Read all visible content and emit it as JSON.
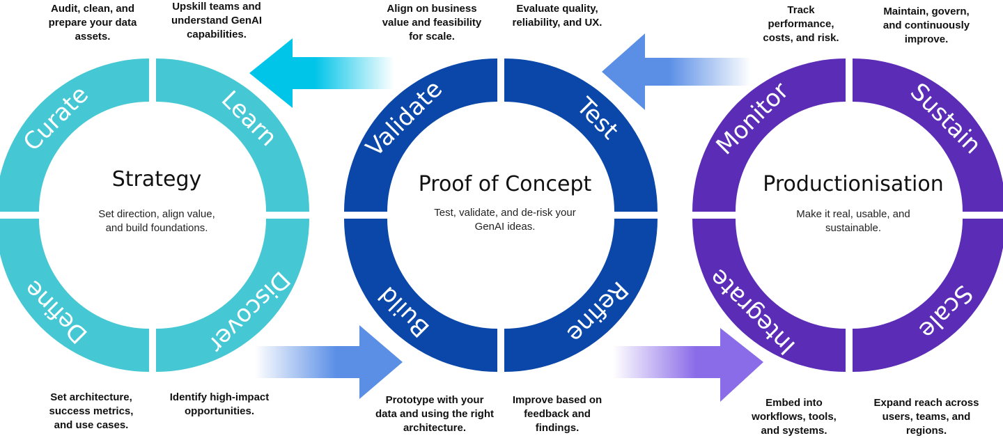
{
  "colors": {
    "strategy": "#46C8D4",
    "poc": "#0A47A9",
    "production": "#5B2DB7",
    "arrow_cyan": "#00C4E8",
    "arrow_blue": "#5B8FE6",
    "arrow_violet": "#8B6CE8"
  },
  "rings": [
    {
      "id": "strategy",
      "title": "Strategy",
      "subtitle": "Set direction, align value,\nand build foundations.",
      "segments": [
        {
          "label": "Curate",
          "desc": "Audit, clean, and\nprepare your data\nassets."
        },
        {
          "label": "Learn",
          "desc": "Upskill teams and\nunderstand GenAI\ncapabilities."
        },
        {
          "label": "Discover",
          "desc": "Identify high-impact\nopportunities."
        },
        {
          "label": "Define",
          "desc": "Set architecture,\nsuccess metrics,\nand use cases."
        }
      ]
    },
    {
      "id": "poc",
      "title": "Proof of Concept",
      "subtitle": "Test, validate, and de-risk your\nGenAI ideas.",
      "segments": [
        {
          "label": "Validate",
          "desc": "Align on business\nvalue and feasibility\nfor scale."
        },
        {
          "label": "Test",
          "desc": "Evaluate quality,\nreliability, and UX."
        },
        {
          "label": "Refine",
          "desc": "Improve based on\nfeedback and\nfindings."
        },
        {
          "label": "Build",
          "desc": "Prototype with your\ndata and using the right\narchitecture."
        }
      ]
    },
    {
      "id": "production",
      "title": "Productionisation",
      "subtitle": "Make it real, usable, and\nsustainable.",
      "segments": [
        {
          "label": "Monitor",
          "desc": "Track\nperformance,\ncosts, and risk."
        },
        {
          "label": "Sustain",
          "desc": "Maintain, govern,\nand continuously\nimprove."
        },
        {
          "label": "Scale",
          "desc": "Expand reach across\nusers, teams, and\nregions."
        },
        {
          "label": "Integrate",
          "desc": "Embed into\nworkflows, tools,\nand systems."
        }
      ]
    }
  ]
}
